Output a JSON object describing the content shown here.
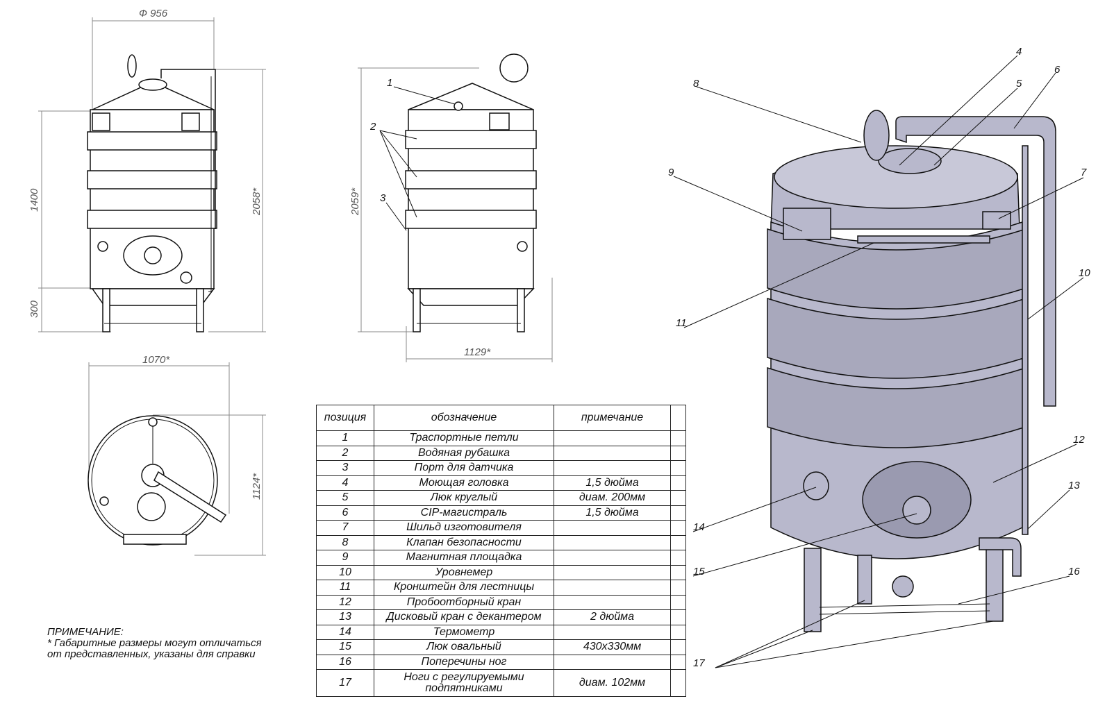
{
  "dimensions": {
    "front_diameter": "Ф 956",
    "front_upper": "1400",
    "front_lower": "300",
    "front_height": "2058*",
    "side_height": "2059*",
    "side_width": "1129*",
    "top_width": "1070*",
    "top_depth": "1124*"
  },
  "side_callouts": [
    "1",
    "2",
    "3"
  ],
  "iso_callouts": {
    "c4": "4",
    "c5": "5",
    "c6": "6",
    "c7": "7",
    "c8": "8",
    "c9": "9",
    "c10": "10",
    "c11": "11",
    "c12": "12",
    "c13": "13",
    "c14": "14",
    "c15": "15",
    "c16": "16",
    "c17": "17"
  },
  "table": {
    "headers": [
      "позиция",
      "обозначение",
      "примечание"
    ],
    "rows": [
      {
        "pos": "1",
        "name": "Траспортные петли",
        "note": ""
      },
      {
        "pos": "2",
        "name": "Водяная рубашка",
        "note": ""
      },
      {
        "pos": "3",
        "name": "Порт для датчика",
        "note": ""
      },
      {
        "pos": "4",
        "name": "Моющая головка",
        "note": "1,5 дюйма"
      },
      {
        "pos": "5",
        "name": "Люк круглый",
        "note": "диам. 200мм"
      },
      {
        "pos": "6",
        "name": "CIP-магистраль",
        "note": "1,5 дюйма"
      },
      {
        "pos": "7",
        "name": "Шильд изготовителя",
        "note": ""
      },
      {
        "pos": "8",
        "name": "Клапан безопасности",
        "note": ""
      },
      {
        "pos": "9",
        "name": "Магнитная площадка",
        "note": ""
      },
      {
        "pos": "10",
        "name": "Уровнемер",
        "note": ""
      },
      {
        "pos": "11",
        "name": "Кронштейн для лестницы",
        "note": ""
      },
      {
        "pos": "12",
        "name": "Пробоотборный кран",
        "note": ""
      },
      {
        "pos": "13",
        "name": "Дисковый кран с декантером",
        "note": "2 дюйма"
      },
      {
        "pos": "14",
        "name": "Термометр",
        "note": ""
      },
      {
        "pos": "15",
        "name": "Люк овальный",
        "note": "430x330мм"
      },
      {
        "pos": "16",
        "name": "Поперечины ног",
        "note": ""
      },
      {
        "pos": "17",
        "name": "Ноги с регулируемыми подпятниками",
        "note": "диам. 102мм"
      }
    ]
  },
  "note": {
    "title": "ПРИМЕЧАНИЕ:",
    "line1": "* Габаритные размеры могут отличаться",
    "line2": "от представленных, указаны для справки"
  }
}
